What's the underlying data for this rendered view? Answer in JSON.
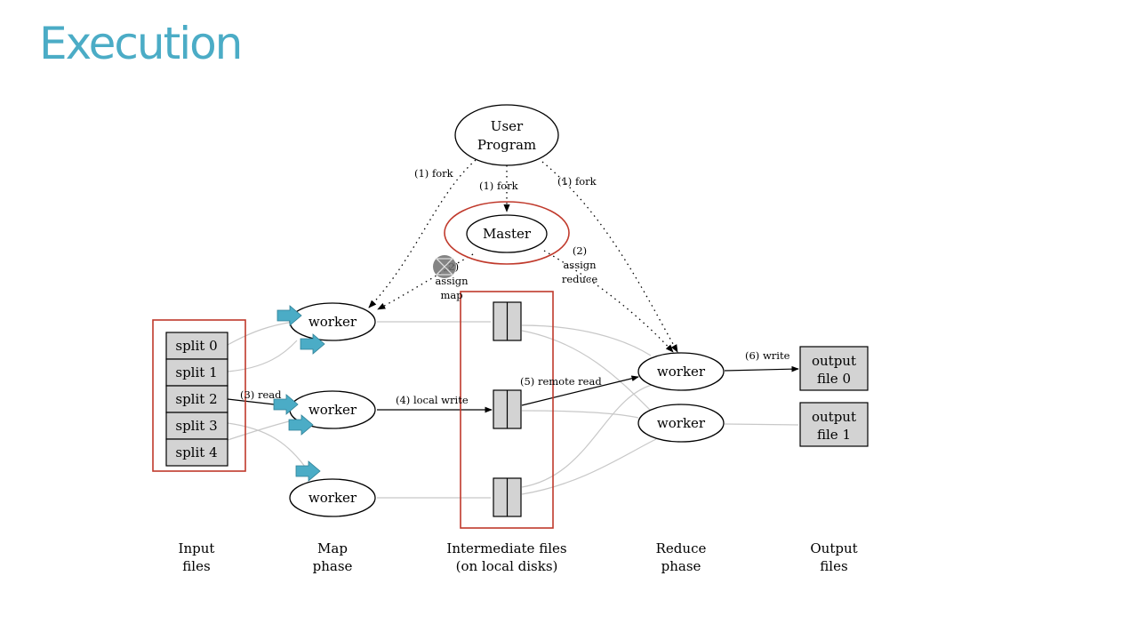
{
  "slide": {
    "title": "Execution"
  },
  "diagram": {
    "user_program": [
      "User",
      "Program"
    ],
    "master": "Master",
    "worker": "worker",
    "splits": [
      "split 0",
      "split 1",
      "split 2",
      "split 3",
      "split 4"
    ],
    "output_files": [
      [
        "output",
        "file 0"
      ],
      [
        "output",
        "file 1"
      ]
    ],
    "edges": {
      "fork_left": "(1) fork",
      "fork_mid": "(1) fork",
      "fork_right": "(1) fork",
      "assign_map": [
        "(2)",
        "assign",
        "map"
      ],
      "assign_reduce": [
        "(2)",
        "assign",
        "reduce"
      ],
      "read": "(3) read",
      "local_write": "(4) local write",
      "remote_read": "(5) remote read",
      "write": "(6) write"
    },
    "columns": {
      "input": [
        "Input",
        "files"
      ],
      "map": [
        "Map",
        "phase"
      ],
      "intermediate": [
        "Intermediate files",
        "(on local disks)"
      ],
      "reduce": [
        "Reduce",
        "phase"
      ],
      "output": [
        "Output",
        "files"
      ]
    },
    "colors": {
      "highlight": "#c0392b",
      "pointer_arrow": "#4bacc6",
      "file_fill": "#d3d3d3",
      "faint_edge": "#c8c8c8"
    }
  }
}
